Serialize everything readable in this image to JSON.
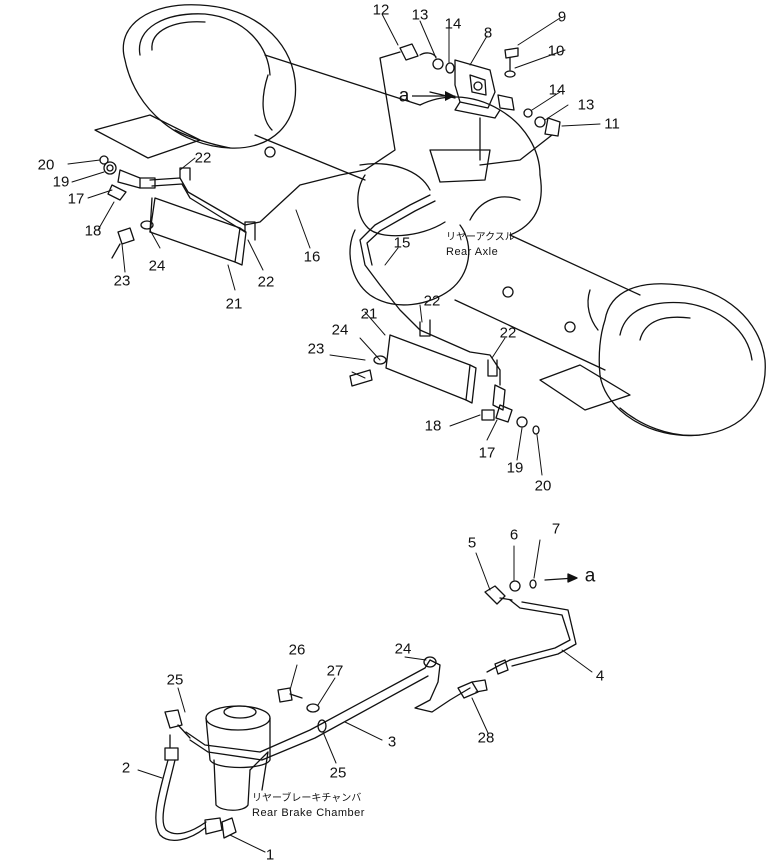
{
  "captions": {
    "rear_axle_jp": "リヤーアクスル",
    "rear_axle_en": "Rear Axle",
    "brake_chamber_jp": "リヤーブレーキチャンバ",
    "brake_chamber_en": "Rear Brake Chamber"
  },
  "reference_letter": "a",
  "callouts": [
    "1",
    "2",
    "3",
    "4",
    "5",
    "6",
    "7",
    "8",
    "9",
    "10",
    "11",
    "12",
    "13",
    "14",
    "15",
    "16",
    "17",
    "18",
    "19",
    "20",
    "21",
    "22",
    "23",
    "24",
    "25",
    "26",
    "27",
    "28"
  ]
}
